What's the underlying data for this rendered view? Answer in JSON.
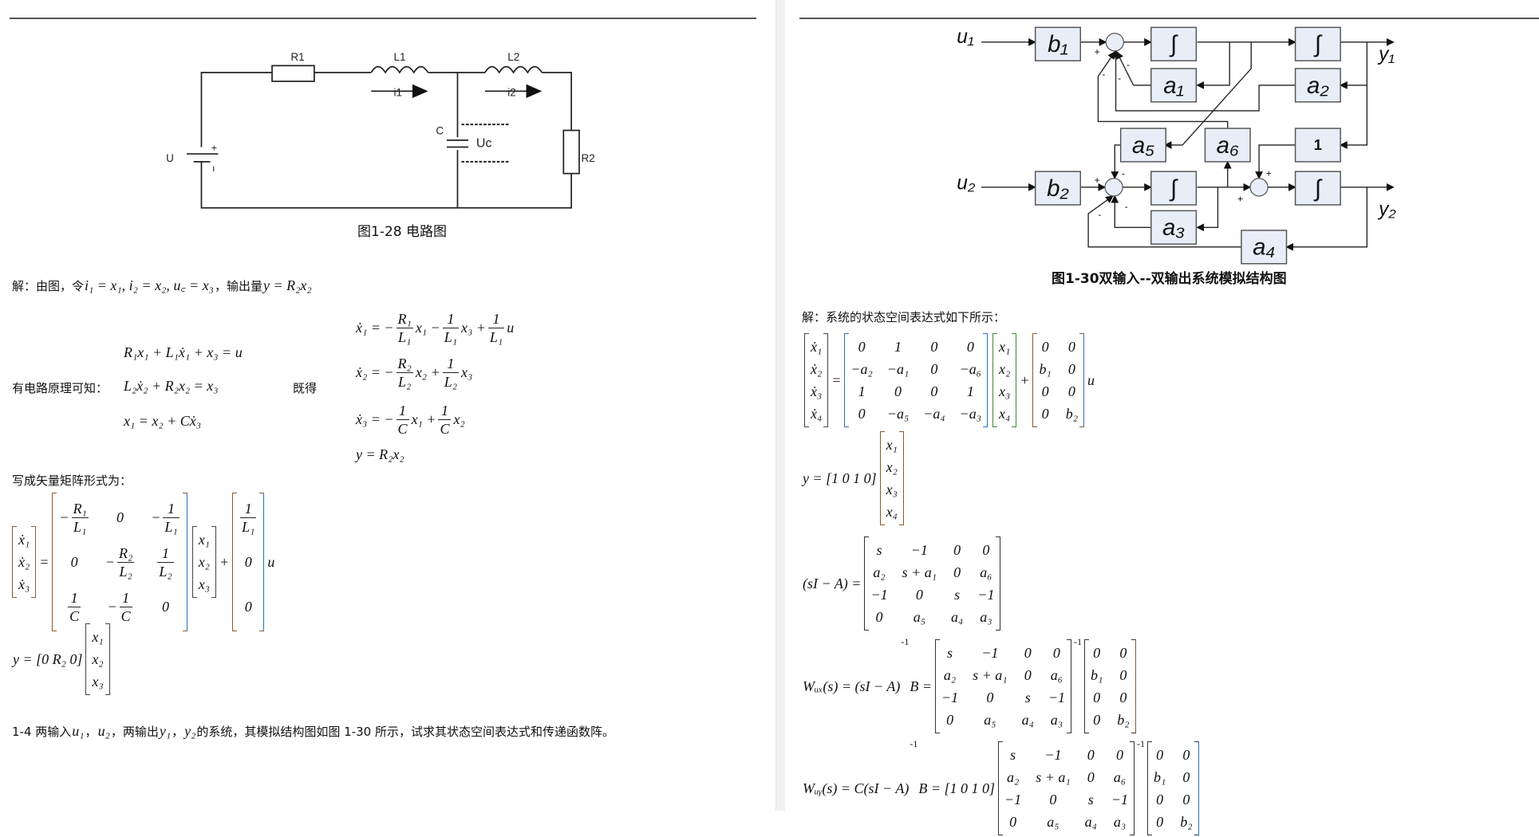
{
  "left": {
    "circuit": {
      "R1": "R1",
      "L1": "L1",
      "L2": "L2",
      "i1": "i1",
      "i2": "i2",
      "C": "C",
      "Uc": "Uc",
      "U": "U",
      "plus": "+",
      "minus": "ı",
      "R2": "R2"
    },
    "caption": "图1-28 电路图",
    "intro": [
      "解：由图，令",
      "i₁ = x₁, i₂ = x₂, u꜀ = x₃",
      "，输出量",
      "y = R₂x₂"
    ],
    "known_label": "有电路原理可知：",
    "then_label": "既得",
    "circuit_eqs": [
      "R₁x₁ + L₁ẋ₁ + x₃ = u",
      "L₂ẋ₂ + R₂x₂ = x₃",
      "x₁ = x₂ + Cẋ₃"
    ],
    "state_eqs": [
      [
        {
          "t": "ẋ₁ = −"
        },
        {
          "frac": [
            "R₁",
            "L₁"
          ]
        },
        {
          "t": "x₁ −"
        },
        {
          "frac": [
            "1",
            "L₁"
          ]
        },
        {
          "t": "x₃ +"
        },
        {
          "frac": [
            "1",
            "L₁"
          ]
        },
        {
          "t": "u"
        }
      ],
      [
        {
          "t": "ẋ₂ = −"
        },
        {
          "frac": [
            "R₂",
            "L₂"
          ]
        },
        {
          "t": "x₂ +"
        },
        {
          "frac": [
            "1",
            "L₂"
          ]
        },
        {
          "t": "x₃"
        }
      ],
      [
        {
          "t": "ẋ₃ = −"
        },
        {
          "frac": [
            "1",
            "C"
          ]
        },
        {
          "t": "x₁ +"
        },
        {
          "frac": [
            "1",
            "C"
          ]
        },
        {
          "t": "x₂"
        }
      ],
      [
        {
          "t": "y = R₂x₂"
        }
      ]
    ],
    "matrix_label": "写成矢量矩阵形式为：",
    "matrix_eq": [
      {
        "mat": [
          [
            "ẋ₁"
          ],
          [
            "ẋ₂"
          ],
          [
            "ẋ₃"
          ]
        ],
        "color": "#8a5a2b"
      },
      {
        "t": "="
      },
      {
        "mat": [
          [
            {
              "frac": [
                "R₁",
                "L₁"
              ],
              "sign": "−"
            },
            "0",
            {
              "frac": [
                "1",
                "L₁"
              ],
              "sign": "−"
            }
          ],
          [
            "0",
            {
              "frac": [
                "R₂",
                "L₂"
              ],
              "sign": "−"
            },
            {
              "frac": [
                "1",
                "L₂"
              ]
            }
          ],
          [
            {
              "frac": [
                "1",
                "C"
              ]
            },
            {
              "frac": [
                "1",
                "C"
              ],
              "sign": "−"
            },
            "0"
          ]
        ],
        "color": "#8a5a2b",
        "rcolor": "#2f6fc0"
      },
      {
        "mat": [
          [
            "x₁"
          ],
          [
            "x₂"
          ],
          [
            "x₃"
          ]
        ],
        "color": "#444"
      },
      {
        "t": "+"
      },
      {
        "mat": [
          [
            {
              "frac": [
                "1",
                "L₁"
              ]
            }
          ],
          [
            "0"
          ],
          [
            "0"
          ]
        ],
        "color": "#8a5a2b",
        "rcolor": "#2f6fc0"
      },
      {
        "t": "u"
      }
    ],
    "output_eq": [
      {
        "t": "y = [0   R₂   0]"
      },
      {
        "mat": [
          [
            "x₁"
          ],
          [
            "x₂"
          ],
          [
            "x₃"
          ]
        ],
        "color": "#444"
      }
    ],
    "problem": [
      {
        "c": "1-4  两输入"
      },
      {
        "t": "u₁"
      },
      {
        "c": "，"
      },
      {
        "t": "u₂"
      },
      {
        "c": "，两输出"
      },
      {
        "t": "y₁"
      },
      {
        "c": "，"
      },
      {
        "t": "y₂"
      },
      {
        "c": "的系统，其模拟结构图如图 1-30 所示，试求其状态空间表达式和传递函数阵。"
      }
    ]
  },
  "right": {
    "diagram": {
      "u1": "u₁",
      "u2": "u₂",
      "y1": "y₁",
      "y2": "y₂",
      "b1": "b₁",
      "b2": "b₂",
      "int": "∫",
      "a1": "a₁",
      "a2": "a₂",
      "a3": "a₃",
      "a4": "a₄",
      "a5": "a₅",
      "a6": "a₆",
      "one": "1",
      "plus": "+",
      "minus": "-",
      "block_fill": "#e8eef7"
    },
    "caption": "图1-30双输入--双输出系统模拟结构图",
    "intro": "解：系统的状态空间表达式如下所示：",
    "state_eq": [
      {
        "mat": [
          [
            "ẋ₁"
          ],
          [
            "ẋ₂"
          ],
          [
            "ẋ₃"
          ],
          [
            "ẋ₄"
          ]
        ],
        "color": "#444"
      },
      {
        "t": "="
      },
      {
        "mat": [
          [
            "0",
            "1",
            "0",
            "0"
          ],
          [
            "−a₂",
            "−a₁",
            "0",
            "−a₆"
          ],
          [
            "1",
            "0",
            "0",
            "1"
          ],
          [
            "0",
            "−a₅",
            "−a₄",
            "−a₃"
          ]
        ],
        "color": "#2f6fc0"
      },
      {
        "mat": [
          [
            "x₁"
          ],
          [
            "x₂"
          ],
          [
            "x₃"
          ],
          [
            "x₄"
          ]
        ],
        "color": "#3a8a3a"
      },
      {
        "t": "+"
      },
      {
        "mat": [
          [
            "0",
            "0"
          ],
          [
            "b₁",
            "0"
          ],
          [
            "0",
            "0"
          ],
          [
            "0",
            "b₂"
          ]
        ],
        "color": "#8a5a2b",
        "rcolor": "#2f6fc0"
      },
      {
        "t": "u"
      }
    ],
    "output_eq": [
      {
        "t": "y = [1  0  1  0]"
      },
      {
        "mat": [
          [
            "x₁"
          ],
          [
            "x₂"
          ],
          [
            "x₃"
          ],
          [
            "x₄"
          ]
        ],
        "color": "#8a5a2b"
      }
    ],
    "si_a_eq": [
      {
        "t": "(sI − A) ="
      },
      {
        "mat": [
          [
            "s",
            "−1",
            "0",
            "0"
          ],
          [
            "a₂",
            "s + a₁",
            "0",
            "a₆"
          ],
          [
            "−1",
            "0",
            "s",
            "−1"
          ],
          [
            "0",
            "a₅",
            "a₄",
            "a₃"
          ]
        ],
        "color": "#333"
      }
    ],
    "wux_eq": [
      {
        "t": "Wᵤₓ(s) = (sI − A)"
      },
      {
        "sup": "-1"
      },
      {
        "t": "B ="
      },
      {
        "mat": [
          [
            "s",
            "−1",
            "0",
            "0"
          ],
          [
            "a₂",
            "s + a₁",
            "0",
            "a₆"
          ],
          [
            "−1",
            "0",
            "s",
            "−1"
          ],
          [
            "0",
            "a₅",
            "a₄",
            "a₃"
          ]
        ],
        "color": "#333"
      },
      {
        "sup": "-1"
      },
      {
        "mat": [
          [
            "0",
            "0"
          ],
          [
            "b₁",
            "0"
          ],
          [
            "0",
            "0"
          ],
          [
            "0",
            "b₂"
          ]
        ],
        "color": "#333",
        "rcolor": "#8a5a2b"
      }
    ],
    "wuy_eq": [
      {
        "t": "Wᵤᵧ(s) = C(sI − A)"
      },
      {
        "sup": "-1"
      },
      {
        "t": "B = [1  0  1  0]"
      },
      {
        "mat": [
          [
            "s",
            "−1",
            "0",
            "0"
          ],
          [
            "a₂",
            "s + a₁",
            "0",
            "a₆"
          ],
          [
            "−1",
            "0",
            "s",
            "−1"
          ],
          [
            "0",
            "a₅",
            "a₄",
            "a₃"
          ]
        ],
        "color": "#333"
      },
      {
        "sup": "-1"
      },
      {
        "mat": [
          [
            "0",
            "0"
          ],
          [
            "b₁",
            "0"
          ],
          [
            "0",
            "0"
          ],
          [
            "0",
            "b₂"
          ]
        ],
        "color": "#333",
        "rcolor": "#2f6fc0"
      }
    ]
  }
}
